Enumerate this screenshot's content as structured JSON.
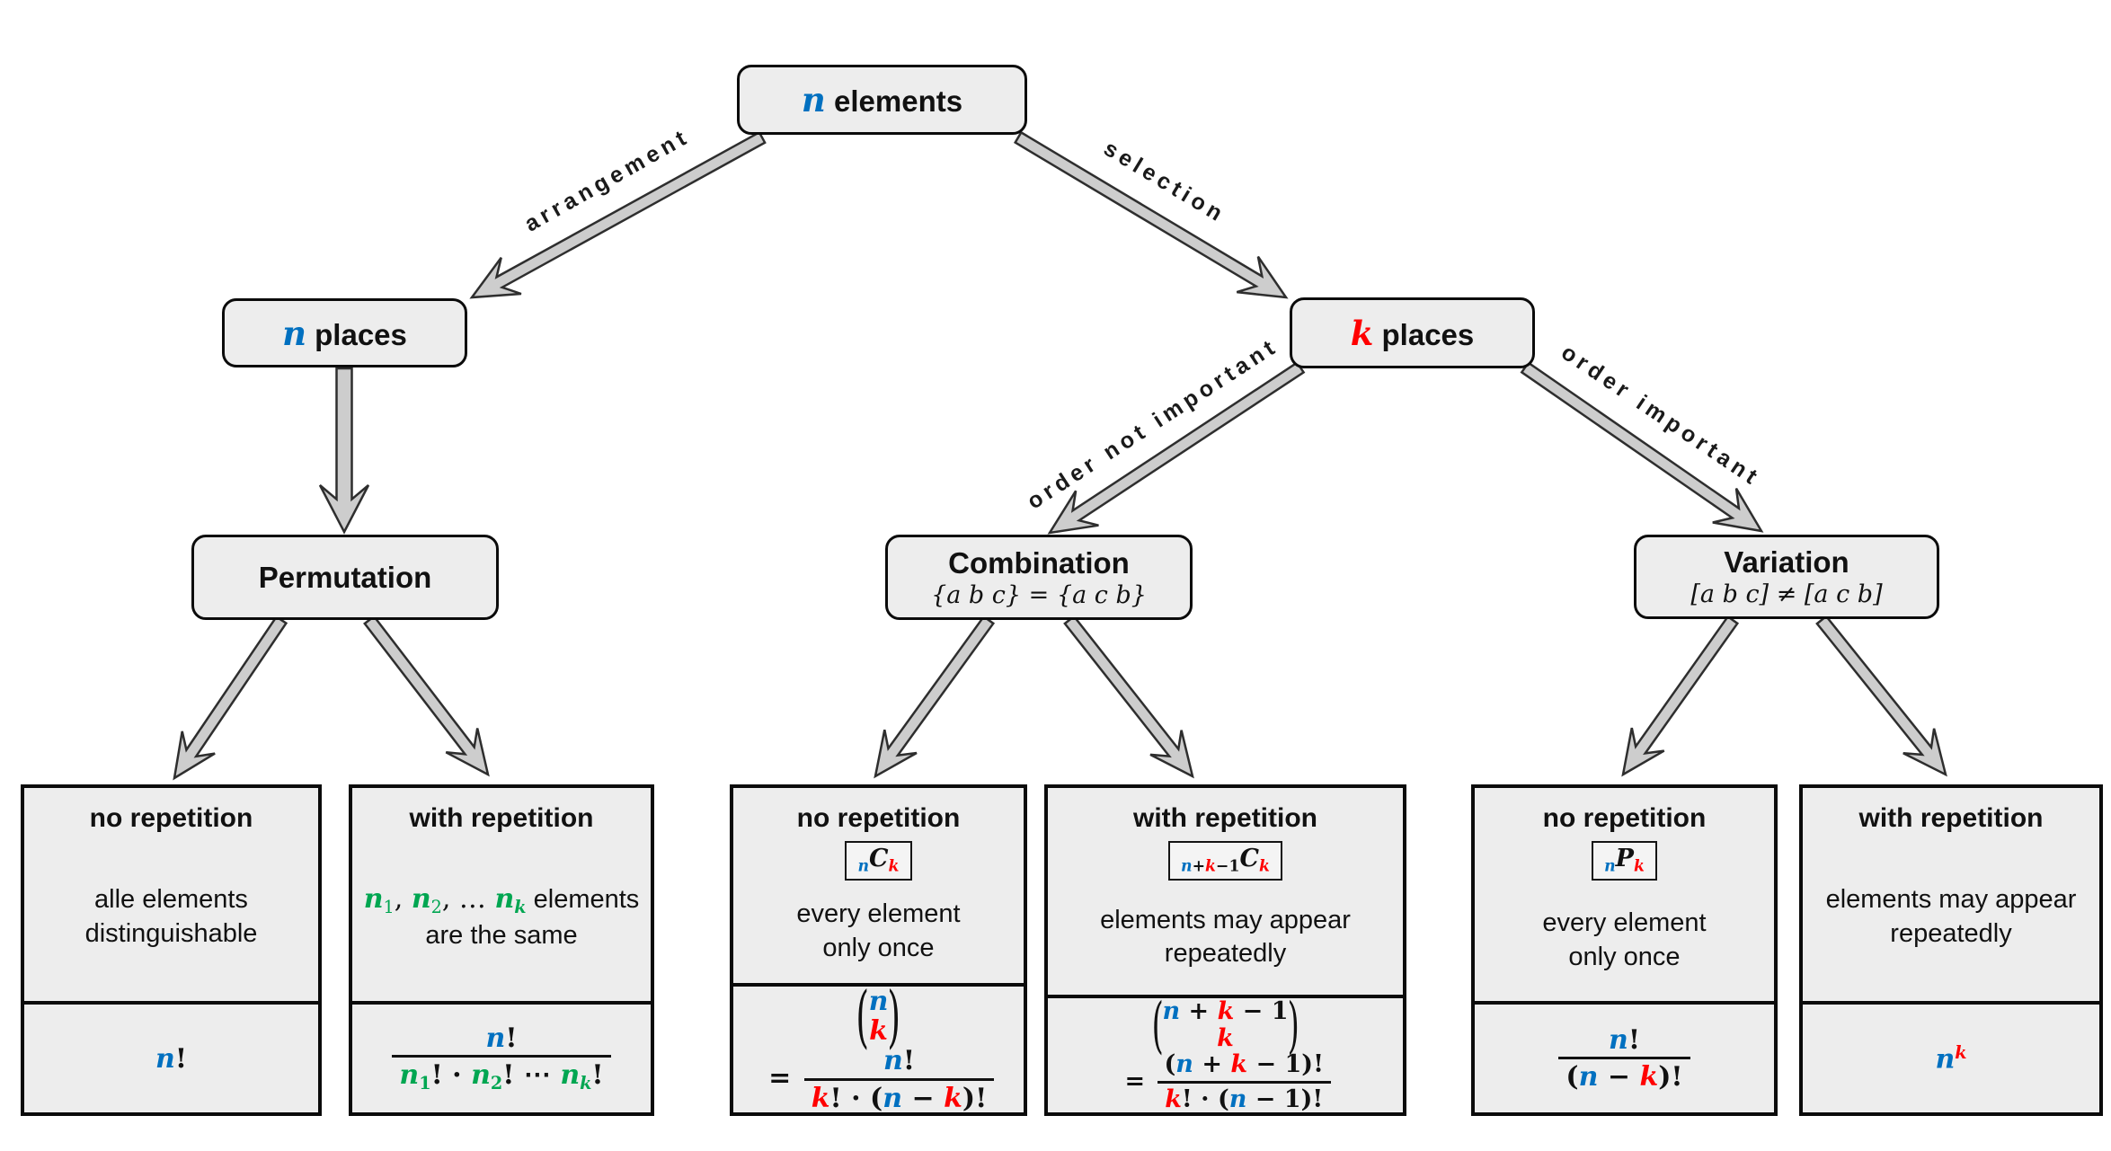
{
  "colors": {
    "b": "#0070C0",
    "r": "#FF0000",
    "g": "#00A651",
    "k": "#111111"
  },
  "edges": {
    "arrangement": "arrangement",
    "selection": "selection",
    "order_not_important": "order not important",
    "order_important": "order important"
  },
  "nodes": {
    "root": {
      "title": [
        {
          "t": "n",
          "c": "b",
          "v": 1
        },
        {
          "t": " elements"
        }
      ]
    },
    "n_places": {
      "title": [
        {
          "t": "n",
          "c": "b",
          "v": 1
        },
        {
          "t": " places"
        }
      ]
    },
    "k_places": {
      "title": [
        {
          "t": "k",
          "c": "r",
          "v": 1
        },
        {
          "t": " places"
        }
      ]
    },
    "permutation": {
      "title": "Permutation"
    },
    "combination": {
      "title": "Combination",
      "subtitle": "{a b c} = {a c b}"
    },
    "variation": {
      "title": "Variation",
      "subtitle": "[a b c] ≠ [a c b]"
    }
  },
  "leaves": [
    {
      "heading": "no repetition",
      "desc": [
        "alle elements",
        "distinguishable"
      ],
      "formula": [
        {
          "t": "n",
          "c": "b",
          "v": 1
        },
        {
          "t": "!"
        }
      ]
    },
    {
      "heading": "with repetition",
      "desc_math": [
        {
          "t": "n",
          "c": "g",
          "v": 1
        },
        {
          "t": "1",
          "c": "g",
          "sb": 1
        },
        {
          "t": ", "
        },
        {
          "t": "n",
          "c": "g",
          "v": 1
        },
        {
          "t": "2",
          "c": "g",
          "sb": 1
        },
        {
          "t": ", … "
        },
        {
          "t": "n",
          "c": "g",
          "v": 1
        },
        {
          "t": "k",
          "c": "g",
          "v": 1,
          "sb": 1
        },
        {
          "t": " elements",
          "s": 1
        }
      ],
      "desc2": "are the same",
      "formula": [
        {
          "frac": {
            "num": [
              {
                "t": "n",
                "c": "b",
                "v": 1
              },
              {
                "t": "!"
              }
            ],
            "den": [
              {
                "t": "n",
                "c": "g",
                "v": 1
              },
              {
                "t": "1",
                "c": "g",
                "sb": 1
              },
              {
                "t": "! · "
              },
              {
                "t": "n",
                "c": "g",
                "v": 1
              },
              {
                "t": "2",
                "c": "g",
                "sb": 1
              },
              {
                "t": "! ⋯ "
              },
              {
                "t": "n",
                "c": "g",
                "v": 1
              },
              {
                "t": "k",
                "c": "g",
                "v": 1,
                "sb": 1
              },
              {
                "t": "!"
              }
            ]
          }
        }
      ]
    },
    {
      "heading": "no repetition",
      "badge": [
        {
          "t": "n",
          "c": "b",
          "v": 1,
          "sb": 1
        },
        {
          "t": "C",
          "v": 1
        },
        {
          "t": "k",
          "c": "r",
          "v": 1,
          "sb": 1
        }
      ],
      "desc": [
        "every element",
        "only once"
      ],
      "formula": [
        {
          "binom": {
            "top": [
              {
                "t": "n",
                "c": "b",
                "v": 1
              }
            ],
            "bot": [
              {
                "t": "k",
                "c": "r",
                "v": 1
              }
            ]
          }
        },
        {
          "t": " = "
        },
        {
          "frac": {
            "num": [
              {
                "t": "n",
                "c": "b",
                "v": 1
              },
              {
                "t": "!"
              }
            ],
            "den": [
              {
                "t": "k",
                "c": "r",
                "v": 1
              },
              {
                "t": "! · ("
              },
              {
                "t": "n",
                "c": "b",
                "v": 1
              },
              {
                "t": " − "
              },
              {
                "t": "k",
                "c": "r",
                "v": 1
              },
              {
                "t": ")!"
              }
            ]
          }
        }
      ]
    },
    {
      "heading": "with repetition",
      "badge": [
        {
          "t": "n",
          "c": "b",
          "v": 1,
          "sb": 1
        },
        {
          "t": "+",
          "sb": 1
        },
        {
          "t": "k",
          "c": "r",
          "v": 1,
          "sb": 1
        },
        {
          "t": "−1",
          "sb": 1
        },
        {
          "t": "C",
          "v": 1
        },
        {
          "t": "k",
          "c": "r",
          "v": 1,
          "sb": 1
        }
      ],
      "desc": [
        "elements may appear",
        "repeatedly"
      ],
      "formula": [
        {
          "binom": {
            "top": [
              {
                "t": "n",
                "c": "b",
                "v": 1
              },
              {
                "t": " + "
              },
              {
                "t": "k",
                "c": "r",
                "v": 1
              },
              {
                "t": " − 1"
              }
            ],
            "bot": [
              {
                "t": "k",
                "c": "r",
                "v": 1
              }
            ]
          }
        },
        {
          "t": " = "
        },
        {
          "frac": {
            "num": [
              {
                "t": "("
              },
              {
                "t": "n",
                "c": "b",
                "v": 1
              },
              {
                "t": " + "
              },
              {
                "t": "k",
                "c": "r",
                "v": 1
              },
              {
                "t": " − 1)!"
              }
            ],
            "den": [
              {
                "t": "k",
                "c": "r",
                "v": 1
              },
              {
                "t": "! · ("
              },
              {
                "t": "n",
                "c": "b",
                "v": 1
              },
              {
                "t": " − 1)!"
              }
            ]
          }
        }
      ]
    },
    {
      "heading": "no repetition",
      "badge": [
        {
          "t": "n",
          "c": "b",
          "v": 1,
          "sb": 1
        },
        {
          "t": "P",
          "v": 1
        },
        {
          "t": "k",
          "c": "r",
          "v": 1,
          "sb": 1
        }
      ],
      "desc": [
        "every element",
        "only once"
      ],
      "formula": [
        {
          "frac": {
            "num": [
              {
                "t": "n",
                "c": "b",
                "v": 1
              },
              {
                "t": "!"
              }
            ],
            "den": [
              {
                "t": "("
              },
              {
                "t": "n",
                "c": "b",
                "v": 1
              },
              {
                "t": " − "
              },
              {
                "t": "k",
                "c": "r",
                "v": 1
              },
              {
                "t": ")!"
              }
            ]
          }
        }
      ]
    },
    {
      "heading": "with repetition",
      "desc": [
        "elements may appear",
        "repeatedly"
      ],
      "formula": [
        {
          "t": "n",
          "c": "b",
          "v": 1
        },
        {
          "t": "k",
          "c": "r",
          "v": 1,
          "sp": 1
        }
      ]
    }
  ]
}
